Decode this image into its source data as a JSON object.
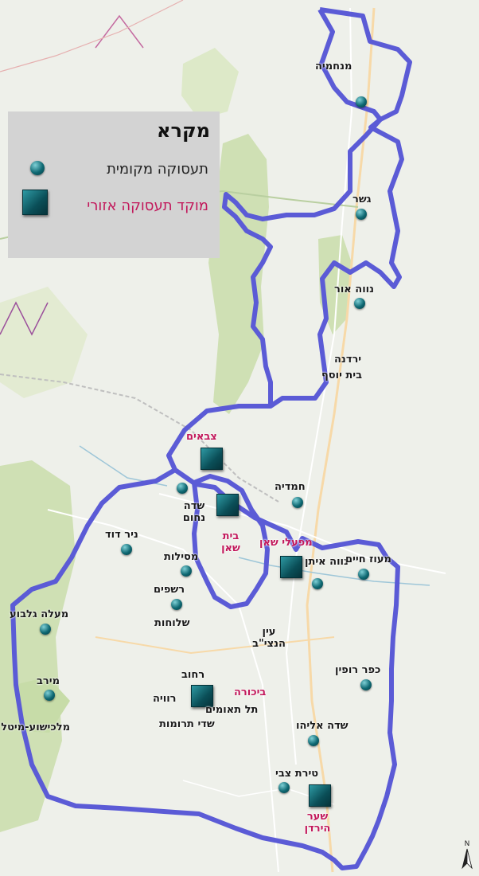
{
  "legend": {
    "title": "מקרא",
    "local_label": "תעסוקה מקומית",
    "regional_label": "מוקד תעסוקה אזורי",
    "local_symbol": "circle-icon",
    "regional_symbol": "square-icon"
  },
  "colors": {
    "boundary": "#5b5bd6",
    "local_marker": "#0e6872",
    "regional_marker": "#0a4e57",
    "regional_text": "#c2185b",
    "forest": "#cfe0b4",
    "legend_bg": "#d3d3d3"
  },
  "local_places": [
    {
      "name": "מנחמיה"
    },
    {
      "name": "גשר"
    },
    {
      "name": "נווה אור"
    },
    {
      "name": "חמדיה"
    },
    {
      "name": "שדה נחום"
    },
    {
      "name": "ניר דוד"
    },
    {
      "name": "מסילות"
    },
    {
      "name": "רשפים"
    },
    {
      "name": "מעלה גלבוע"
    },
    {
      "name": "מירב"
    },
    {
      "name": "נווה איתן"
    },
    {
      "name": "מעוז חיים"
    },
    {
      "name": "כפר רופין"
    },
    {
      "name": "שדה אליהו"
    },
    {
      "name": "טירת צבי"
    }
  ],
  "regional_hubs": [
    {
      "name": "צבאים"
    },
    {
      "name": "בית שאן"
    },
    {
      "name": "מפעלי שאן"
    },
    {
      "name": "ביכורה"
    },
    {
      "name": "שער הירדן"
    }
  ],
  "other_places": [
    {
      "name": "ירדנה"
    },
    {
      "name": "בית יוסף"
    },
    {
      "name": "שלוחות"
    },
    {
      "name": "עין הנצי\"ב"
    },
    {
      "name": "רחוב"
    },
    {
      "name": "רוויה"
    },
    {
      "name": "תל תאומים"
    },
    {
      "name": "שדי תרומות"
    },
    {
      "name": "מלכישוע-מיטל"
    }
  ],
  "north_label": "N"
}
